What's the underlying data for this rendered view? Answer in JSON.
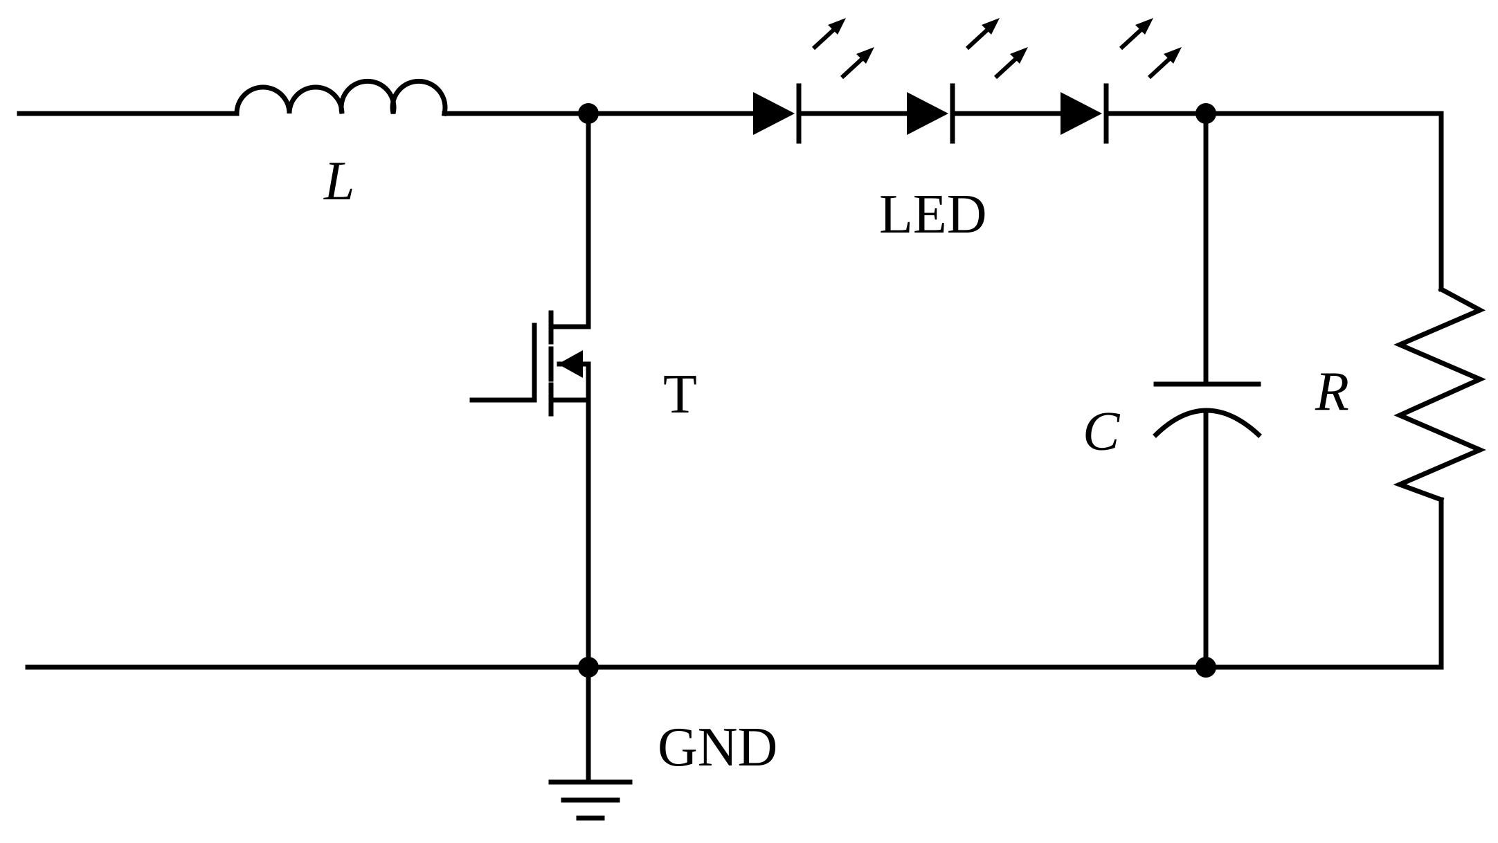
{
  "diagram": {
    "type": "circuit-schematic",
    "background": "#ffffff",
    "ink": "#000000",
    "labels": {
      "inductor": "L",
      "led": "LED",
      "transistor": "T",
      "capacitor": "C",
      "resistor": "R",
      "ground": "GND"
    },
    "components": [
      {
        "id": "inductor",
        "symbol": "inductor",
        "label_key": "L"
      },
      {
        "id": "transistor",
        "symbol": "n-channel-mosfet"
      },
      {
        "id": "led-1",
        "symbol": "light-emitting-diode"
      },
      {
        "id": "led-2",
        "symbol": "light-emitting-diode"
      },
      {
        "id": "led-3",
        "symbol": "light-emitting-diode"
      },
      {
        "id": "capacitor",
        "symbol": "polarized-capacitor"
      },
      {
        "id": "resistor",
        "symbol": "resistor-zigzag"
      },
      {
        "id": "ground",
        "symbol": "ground"
      }
    ]
  }
}
